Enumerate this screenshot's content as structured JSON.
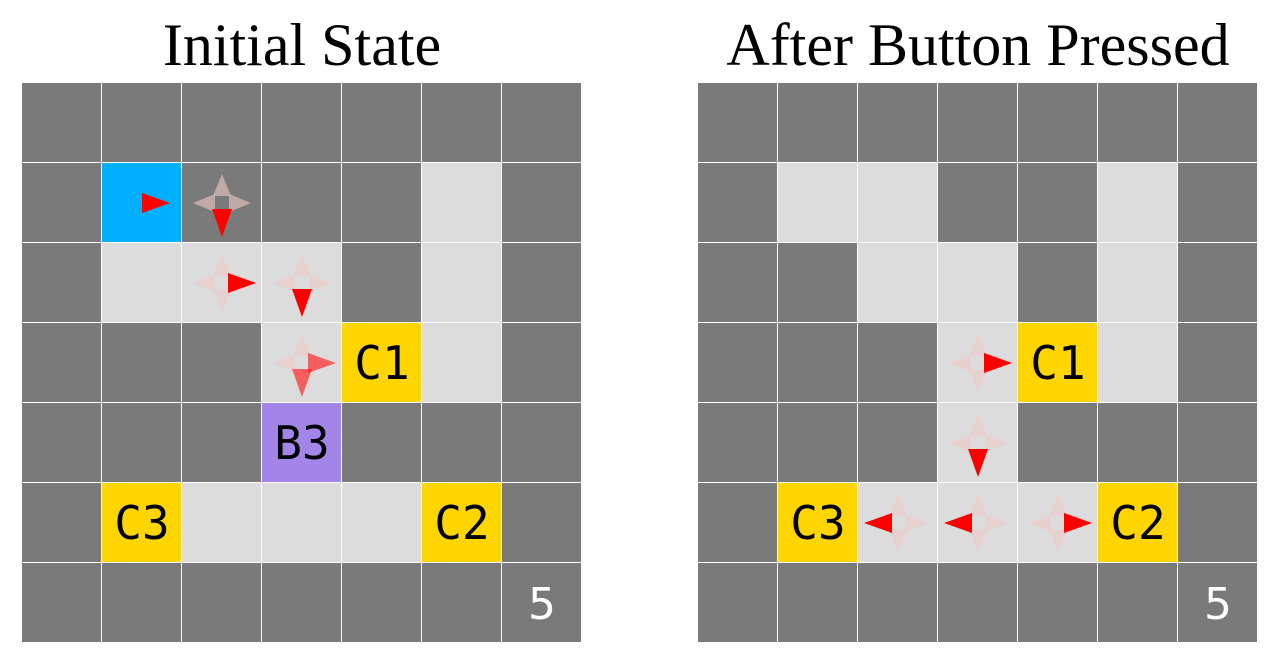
{
  "panels": [
    {
      "id": "left",
      "title": "Initial State",
      "counter": "5",
      "floor": [
        [
          1,
          2
        ],
        [
          5,
          1
        ],
        [
          2,
          2
        ],
        [
          3,
          2
        ],
        [
          5,
          2
        ],
        [
          3,
          3
        ],
        [
          5,
          3
        ],
        [
          2,
          5
        ],
        [
          3,
          5
        ],
        [
          4,
          5
        ]
      ],
      "special": [
        {
          "c": 1,
          "r": 1,
          "color": "#00b0ff",
          "label": ""
        },
        {
          "c": 4,
          "r": 3,
          "color": "#ffd500",
          "label": "C1"
        },
        {
          "c": 3,
          "r": 4,
          "color": "#a385ea",
          "label": "B3"
        },
        {
          "c": 1,
          "r": 5,
          "color": "#ffd500",
          "label": "C3"
        },
        {
          "c": 5,
          "r": 5,
          "color": "#ffd500",
          "label": "C2"
        }
      ],
      "arrows": [
        {
          "c": 1,
          "r": 1,
          "dir": "E",
          "pos": "C",
          "ghost": false
        },
        {
          "c": 2,
          "r": 1,
          "dir": "S",
          "pos": "C",
          "ghost": false
        },
        {
          "c": 2,
          "r": 2,
          "dir": "E",
          "pos": "C",
          "ghost": false
        },
        {
          "c": 3,
          "r": 2,
          "dir": "S",
          "pos": "C",
          "ghost": false
        },
        {
          "c": 3,
          "r": 3,
          "dir": "E",
          "pos": "C",
          "ghost": false,
          "faded": true
        },
        {
          "c": 3,
          "r": 3,
          "dir": "S",
          "pos": "C",
          "ghost": false,
          "faded": true
        }
      ],
      "ghost_cells": [
        [
          2,
          1
        ],
        [
          2,
          2
        ],
        [
          3,
          2
        ],
        [
          3,
          3
        ]
      ]
    },
    {
      "id": "right",
      "title": "After Button Pressed",
      "counter": "5",
      "floor": [
        [
          1,
          1
        ],
        [
          2,
          1
        ],
        [
          5,
          1
        ],
        [
          2,
          2
        ],
        [
          3,
          2
        ],
        [
          5,
          2
        ],
        [
          3,
          3
        ],
        [
          5,
          3
        ],
        [
          3,
          4
        ],
        [
          2,
          5
        ],
        [
          3,
          5
        ],
        [
          4,
          5
        ]
      ],
      "special": [
        {
          "c": 4,
          "r": 3,
          "color": "#ffd500",
          "label": "C1"
        },
        {
          "c": 1,
          "r": 5,
          "color": "#ffd500",
          "label": "C3"
        },
        {
          "c": 5,
          "r": 5,
          "color": "#ffd500",
          "label": "C2"
        }
      ],
      "arrows": [
        {
          "c": 3,
          "r": 3,
          "dir": "E",
          "pos": "C",
          "ghost": false
        },
        {
          "c": 3,
          "r": 4,
          "dir": "S",
          "pos": "C",
          "ghost": false
        },
        {
          "c": 2,
          "r": 5,
          "dir": "W",
          "pos": "C",
          "ghost": false
        },
        {
          "c": 3,
          "r": 5,
          "dir": "W",
          "pos": "C",
          "ghost": false
        },
        {
          "c": 4,
          "r": 5,
          "dir": "E",
          "pos": "C",
          "ghost": false
        }
      ],
      "ghost_cells": [
        [
          3,
          3
        ],
        [
          3,
          4
        ],
        [
          2,
          5
        ],
        [
          3,
          5
        ],
        [
          4,
          5
        ]
      ]
    }
  ],
  "colors": {
    "wall": "#7a7a7a",
    "floor": "#dcdcdc",
    "grid_line": "#ffffff",
    "arrow": "#ff0000",
    "arrow_ghost": "#f0c8c8",
    "label_text": "#000000",
    "counter_text": "#ffffff"
  }
}
